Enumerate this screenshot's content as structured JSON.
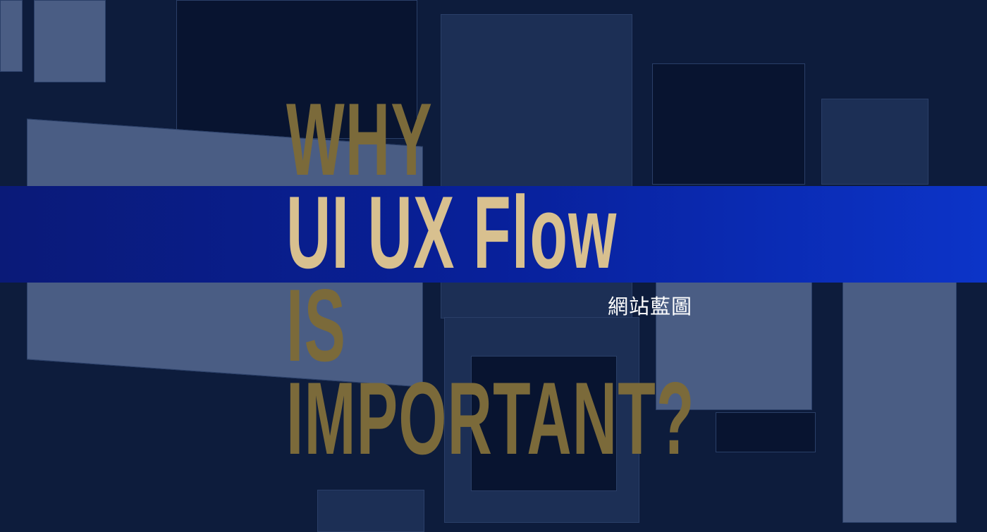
{
  "headline": {
    "line1": "WHY",
    "line2": "UI UX Flow",
    "line3": "IS",
    "line4": "IMPORTANT?"
  },
  "subtitle": "網站藍圖",
  "colors": {
    "background": "#0d1c3c",
    "band": "#08209a",
    "gold_text": "#7b6a3a",
    "cream_text": "#d8c08f",
    "subtitle_text": "#ffffff"
  }
}
